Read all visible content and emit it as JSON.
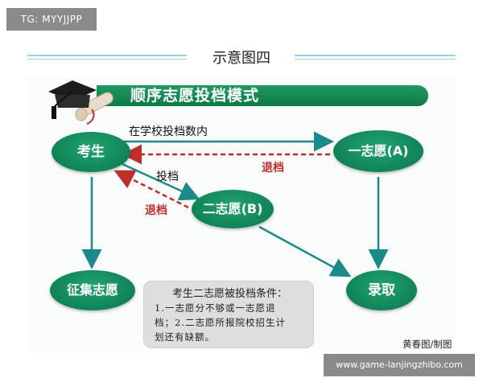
{
  "watermark_top": "TG: MYYJJPP",
  "watermark_bottom": "www.game-lanjingzhibo.com",
  "header_title": "示意图四",
  "banner_title": "顺序志愿投档模式",
  "nodes": {
    "candidate": "考生",
    "first_choice": "一志愿(A)",
    "second_choice": "二志愿(B)",
    "supplementary": "征集志愿",
    "admission": "录取"
  },
  "edge_labels": {
    "in_school_range": "在学校投档数内",
    "submit": "投档",
    "return_a": "退档",
    "return_b": "退档"
  },
  "note": {
    "title": "考生二志愿被投档条件：",
    "lines": [
      "1.一志愿分不够或一志愿退",
      "档；2.二志愿所报院校招生计",
      "划还有缺额。"
    ]
  },
  "credit": "黄春图/制图",
  "colors": {
    "node_green": "#0f8457",
    "banner_green": "#1e9a5e",
    "arrow_teal": "#1a8a8a",
    "return_red": "#c0302a",
    "accent_blue": "#9dcde0"
  },
  "icons": {
    "graduation": "graduation-cap-diploma-icon"
  }
}
